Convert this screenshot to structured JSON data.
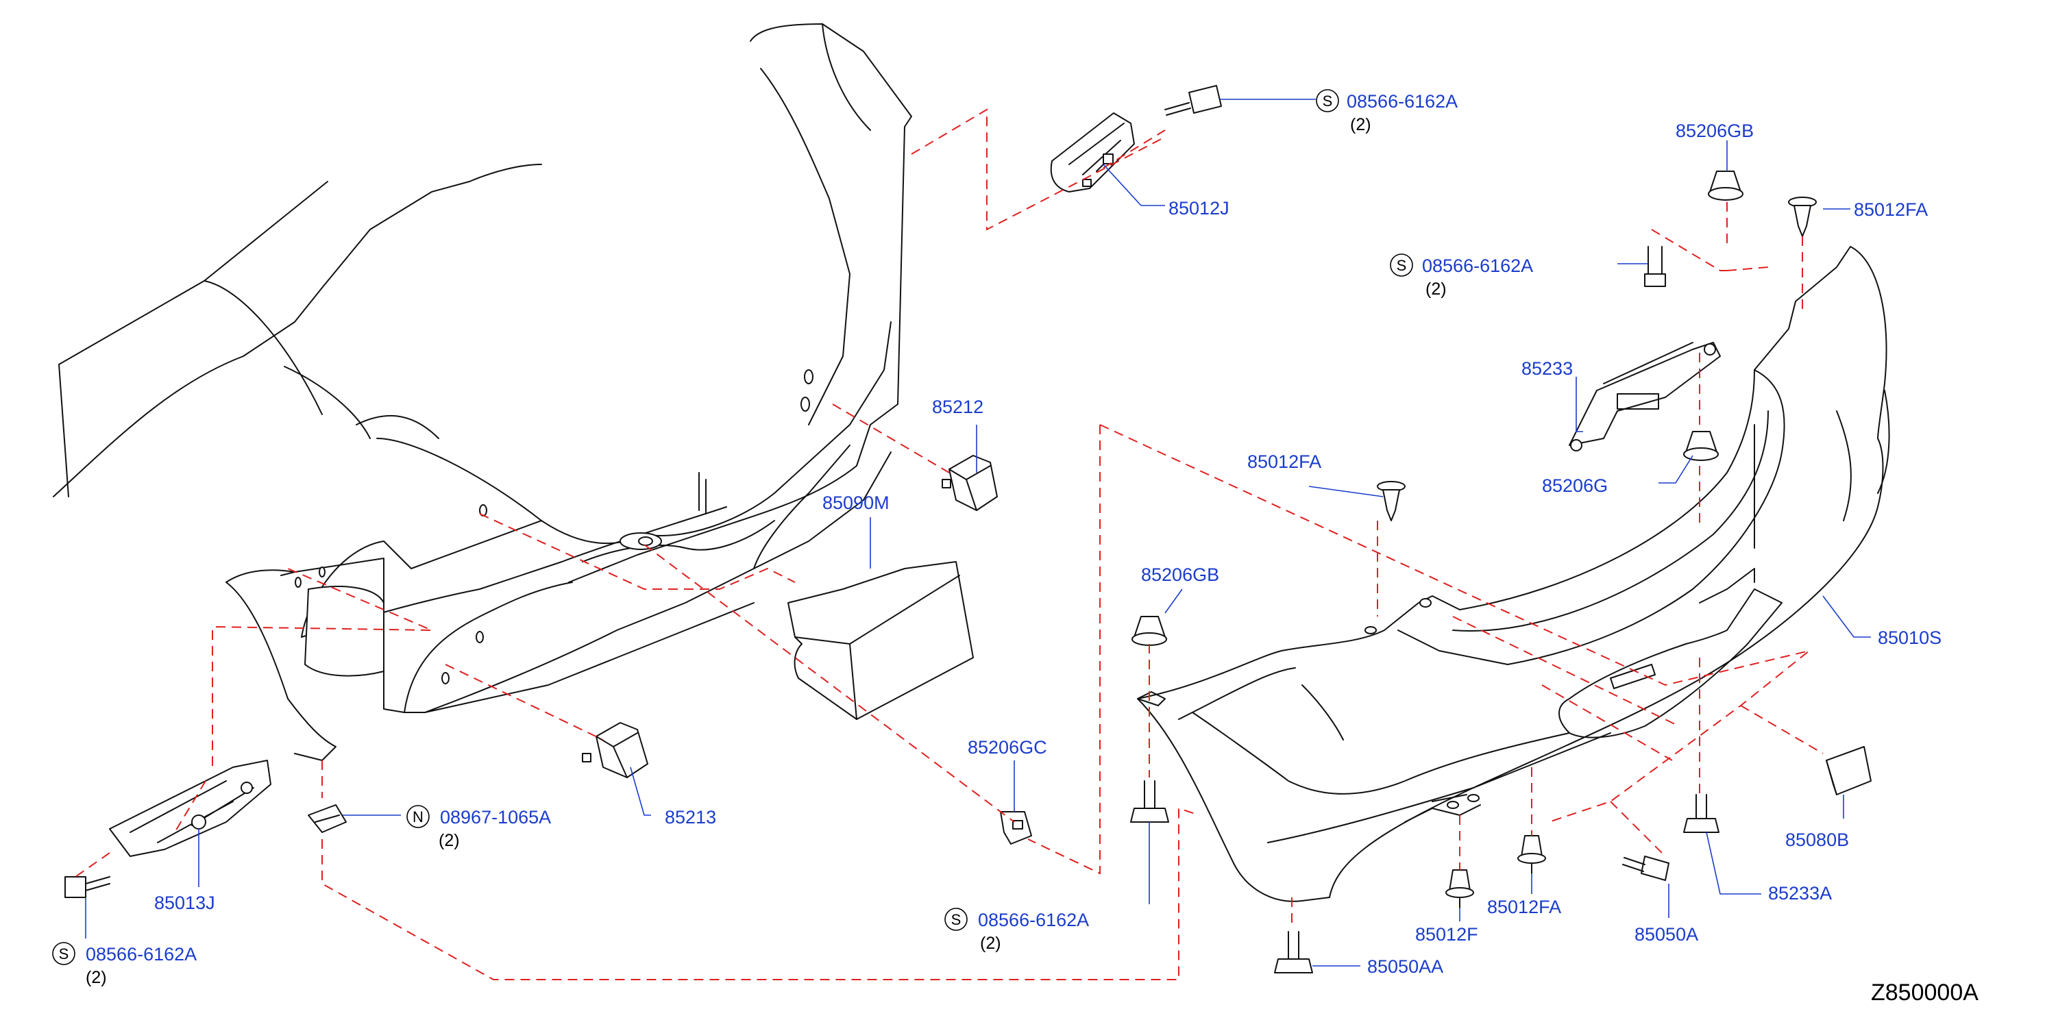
{
  "diagram_code": "Z850000A",
  "labels": {
    "l1": {
      "text": "08566-6162A",
      "prefix": "S",
      "qty": "(2)"
    },
    "l2": {
      "text": "85012J"
    },
    "l3": {
      "text": "85206GB"
    },
    "l4": {
      "text": "85012FA"
    },
    "l5": {
      "text": "08566-6162A",
      "prefix": "S",
      "qty": "(2)"
    },
    "l6": {
      "text": "85233"
    },
    "l7": {
      "text": "85206G"
    },
    "l8": {
      "text": "85212"
    },
    "l9": {
      "text": "85090M"
    },
    "l10": {
      "text": "85012FA"
    },
    "l11": {
      "text": "85206GB"
    },
    "l12": {
      "text": "85010S"
    },
    "l13": {
      "text": "85206GC"
    },
    "l14": {
      "text": "85080B"
    },
    "l15": {
      "text": "08967-1065A",
      "prefix": "N",
      "qty": "(2)"
    },
    "l16": {
      "text": "85213"
    },
    "l17": {
      "text": "85013J"
    },
    "l18": {
      "text": "08566-6162A",
      "prefix": "S",
      "qty": "(2)"
    },
    "l19": {
      "text": "08566-6162A",
      "prefix": "S",
      "qty": "(2)"
    },
    "l20": {
      "text": "85012FA"
    },
    "l21": {
      "text": "85012F"
    },
    "l22": {
      "text": "85050A"
    },
    "l23": {
      "text": "85233A"
    },
    "l24": {
      "text": "85050AA"
    }
  }
}
